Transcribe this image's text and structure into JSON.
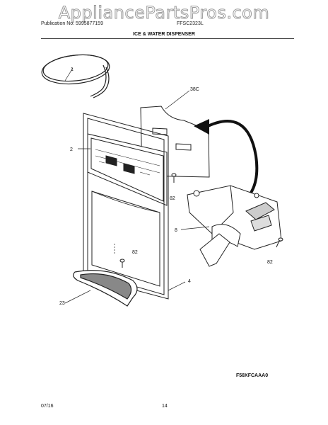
{
  "watermark": "AppliancePartsPros.com",
  "header": {
    "publication": "Publication No: 5995877159",
    "model": "FFSC2323L",
    "section_title": "ICE & WATER DISPENSER"
  },
  "callouts": {
    "tubing": "1",
    "rear_panel": "38C",
    "front_panel": "2",
    "screw_upper": "82",
    "dispenser_module": "8",
    "screw_lower_center": "82",
    "screw_lower_right": "82",
    "housing": "4",
    "trim": "23"
  },
  "diagram_code": "F58XFCAAA0",
  "footer": {
    "date": "07/16",
    "page": "14"
  }
}
